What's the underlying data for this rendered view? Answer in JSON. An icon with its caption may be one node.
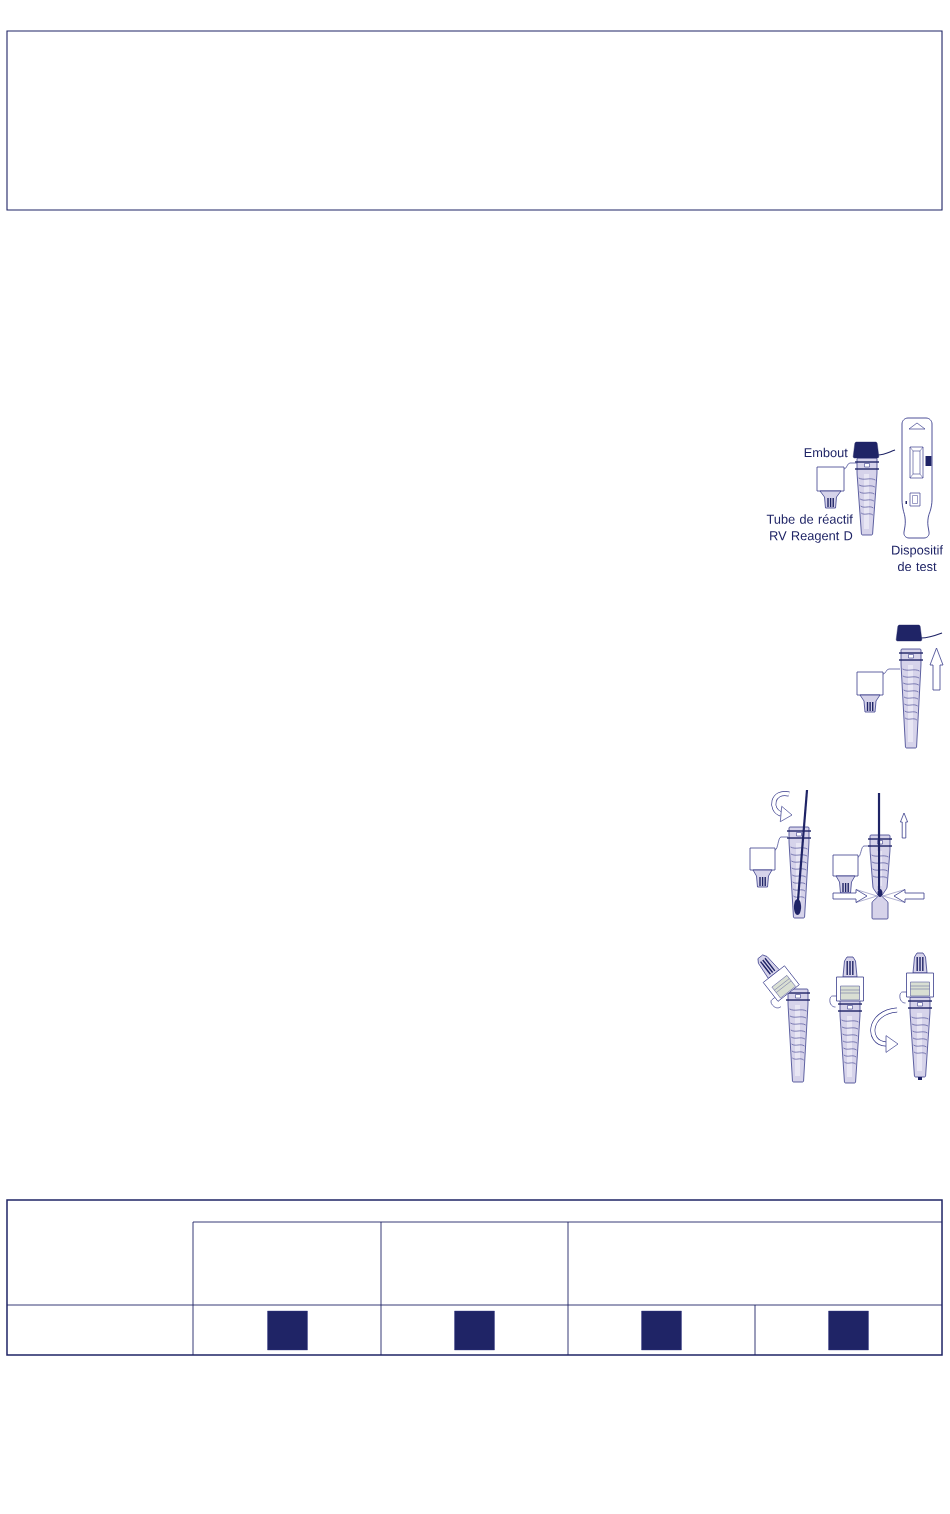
{
  "diagram": {
    "nodes": [
      {
        "text": [],
        "shape": "box"
      }
    ],
    "labels": [
      "Embout",
      "Tube de réactif RV Reagent D",
      "Dispositif de test"
    ]
  }
}
